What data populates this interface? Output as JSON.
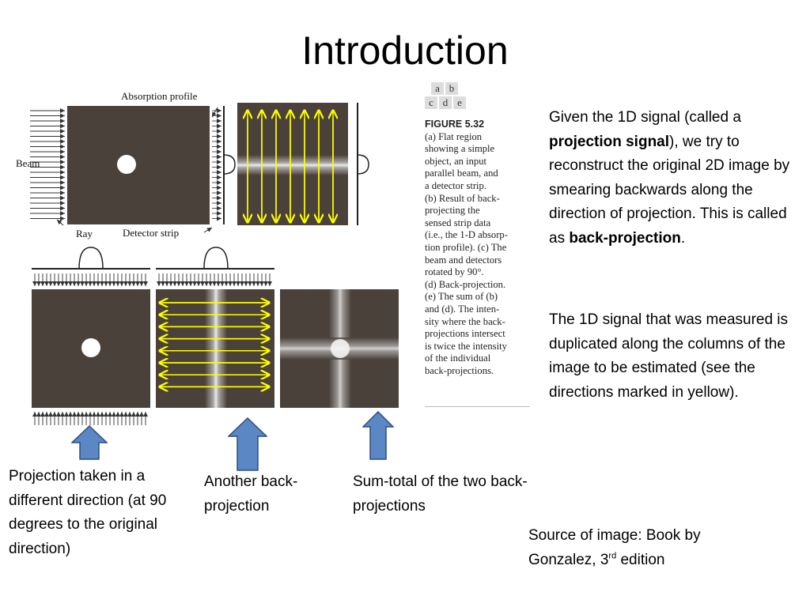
{
  "slide": {
    "title": "Introduction",
    "figure": {
      "panel_keys": [
        "a",
        "b",
        "c",
        "d",
        "e"
      ],
      "labels": {
        "absorption_profile": "Absorption profile",
        "beam": "Beam",
        "ray": "Ray",
        "detector_strip": "Detector strip"
      },
      "caption": {
        "title": "FIGURE 5.32",
        "lines": [
          "(a) Flat region",
          "showing a simple",
          "object, an input",
          "parallel beam, and",
          "a detector strip.",
          "(b) Result of back-",
          "projecting the",
          "sensed strip data",
          "(i.e., the 1-D absorp-",
          "tion profile). (c) The",
          "beam and detectors",
          "rotated by 90°.",
          "(d) Back-projection.",
          "(e) The sum of (b)",
          "and (d). The inten-",
          "sity where the back-",
          "projections intersect",
          "is twice the intensity",
          "of the individual",
          "back-projections."
        ]
      }
    },
    "right_text": {
      "p1_before": "Given the 1D signal (called a ",
      "p1_bold1": "projection signal",
      "p1_mid": "), we try to reconstruct the original 2D image by smearing backwards along the direction of projection. This is called as ",
      "p1_bold2": "back-projection",
      "p1_end": ".",
      "p2": "The 1D signal that was measured is duplicated along the columns of the image to be estimated (see the directions marked in yellow)."
    },
    "annotations": {
      "left": "Projection taken in a different direction (at 90 degrees to the original direction)",
      "middle": "Another back-projection",
      "right": "Sum-total of the two back-projections"
    },
    "source": {
      "prefix": "Source of image: Book by Gonzalez, 3",
      "sup": "rd",
      "suffix": " edition"
    },
    "colors": {
      "panel_dark": "#4a413b",
      "yellow_arrow": "#ffff00",
      "blue_arrow": "#5b87c5",
      "blue_arrow_border": "#2e4e7e"
    }
  }
}
